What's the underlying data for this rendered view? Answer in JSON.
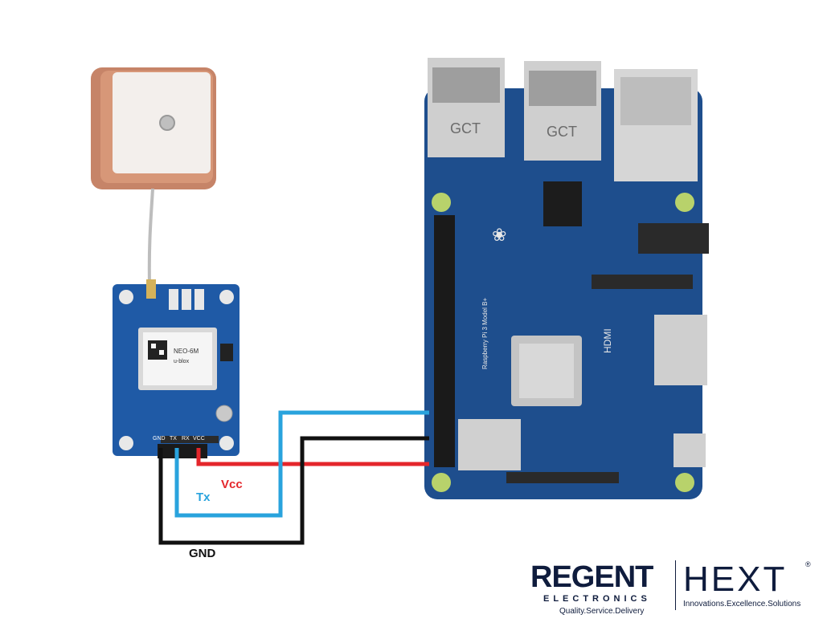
{
  "labels": {
    "vcc": "Vcc",
    "tx": "Tx",
    "gnd": "GND"
  },
  "gps_module": {
    "pins": [
      "GND",
      "TX",
      "RX",
      "VCC"
    ],
    "chip_text": [
      "NEO-6M",
      "u-blox"
    ]
  },
  "board": {
    "usb_label": "GCT",
    "hdmi_label": "HDMI",
    "model_text": "Raspberry Pi 3 Model B+"
  },
  "logo_regent": {
    "name": "REGENT",
    "sub": "ELECTRONICS",
    "tagline": "Quality.Service.Delivery"
  },
  "logo_hext": {
    "name": "HEXT",
    "mark": "®",
    "tagline": "Innovations.Excellence.Solutions"
  },
  "colors": {
    "wire_vcc": "#e4262b",
    "wire_tx": "#29a3dd",
    "wire_gnd": "#111111",
    "vcc_text": "#e4262b",
    "tx_text": "#29a3dd",
    "gnd_text": "#111111",
    "board_blue": "#1d4f91",
    "antenna_patch": "#c98a6d"
  }
}
